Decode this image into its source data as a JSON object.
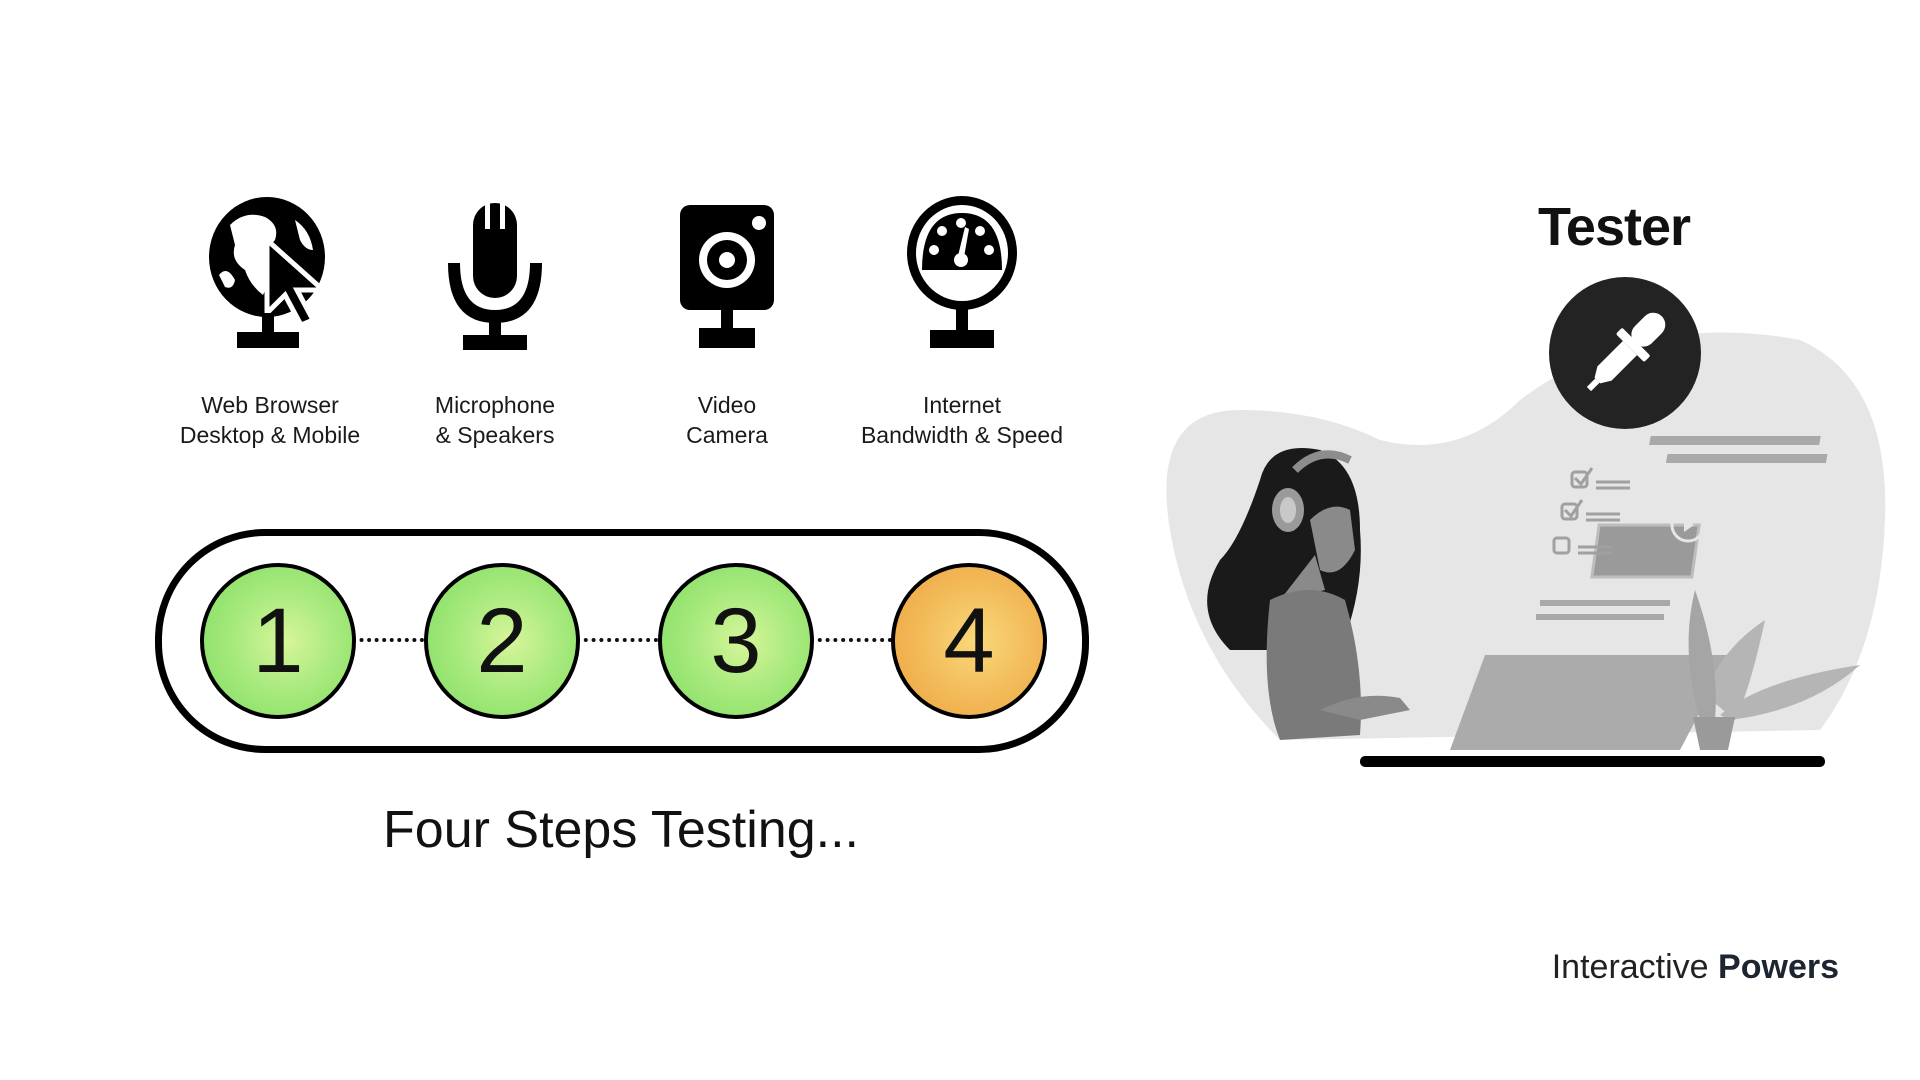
{
  "requirements": [
    {
      "icon": "globe-cursor-icon",
      "line1": "Web Browser",
      "line2": "Desktop & Mobile"
    },
    {
      "icon": "microphone-icon",
      "line1": "Microphone",
      "line2": "& Speakers"
    },
    {
      "icon": "camera-icon",
      "line1": "Video",
      "line2": "Camera"
    },
    {
      "icon": "speedometer-icon",
      "line1": "Internet",
      "line2": "Bandwidth & Speed"
    }
  ],
  "steps": [
    {
      "number": "1",
      "color": "#8ee26a"
    },
    {
      "number": "2",
      "color": "#8ee26a"
    },
    {
      "number": "3",
      "color": "#8ee26a"
    },
    {
      "number": "4",
      "color": "#f0b14c"
    }
  ],
  "title": "Four Steps Testing...",
  "tester": {
    "label": "Tester",
    "icon": "dropper-icon"
  },
  "brand": {
    "light": "Interactive",
    "bold": "Powers"
  }
}
